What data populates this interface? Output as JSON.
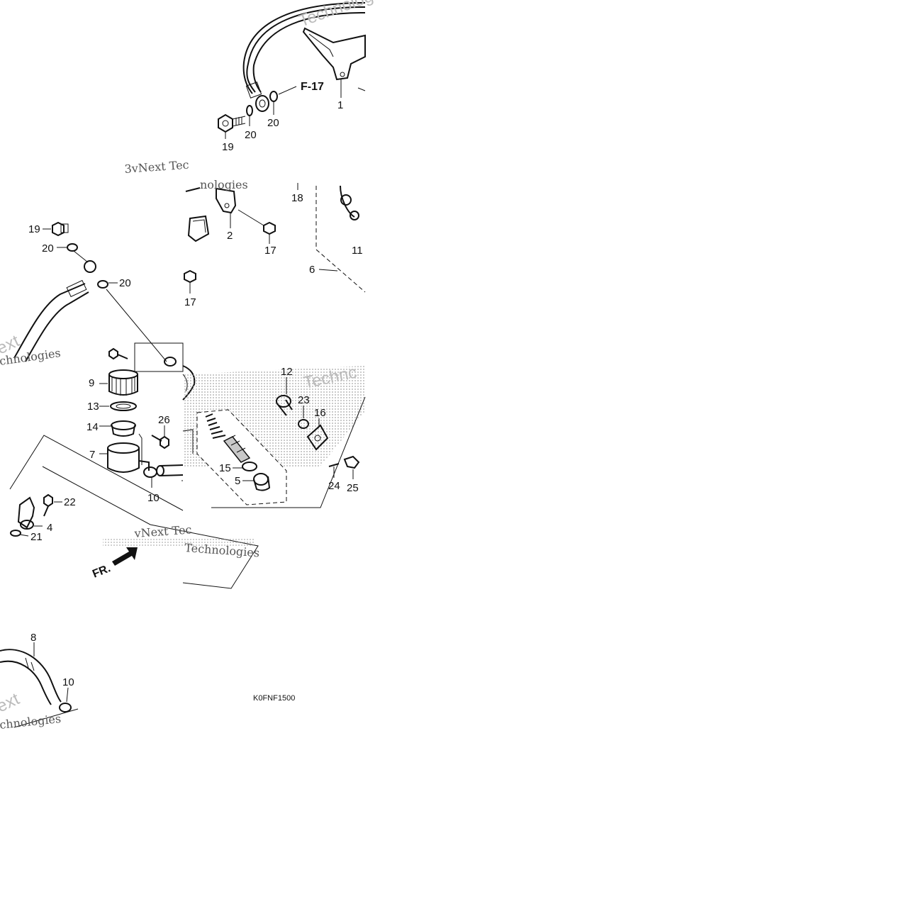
{
  "diagram": {
    "code": "K0FNF1500",
    "direction_marker": "FR.",
    "reference": "F-17",
    "watermarks": {
      "w1": "3vNext Tec",
      "w2": "vNext Tec",
      "w3": "nologies",
      "w4": "Technologies",
      "w5": "Technologies",
      "w6": "ext",
      "w7": "chnologies",
      "w8": "ext",
      "w9": "chnologies",
      "w10": "Technc"
    },
    "callouts": {
      "c1": "1",
      "c2": "2",
      "c4": "4",
      "c5": "5",
      "c6": "6",
      "c7": "7",
      "c8": "8",
      "c9": "9",
      "c10a": "10",
      "c10b": "10",
      "c11": "11",
      "c12": "12",
      "c13": "13",
      "c14": "14",
      "c15": "15",
      "c16": "16",
      "c17a": "17",
      "c17b": "17",
      "c18": "18",
      "c19a": "19",
      "c19b": "19",
      "c20a": "20",
      "c20b": "20",
      "c20c": "20",
      "c20d": "20",
      "c21": "21",
      "c22": "22",
      "c23": "23",
      "c24": "24",
      "c25": "25",
      "c26": "26"
    }
  }
}
